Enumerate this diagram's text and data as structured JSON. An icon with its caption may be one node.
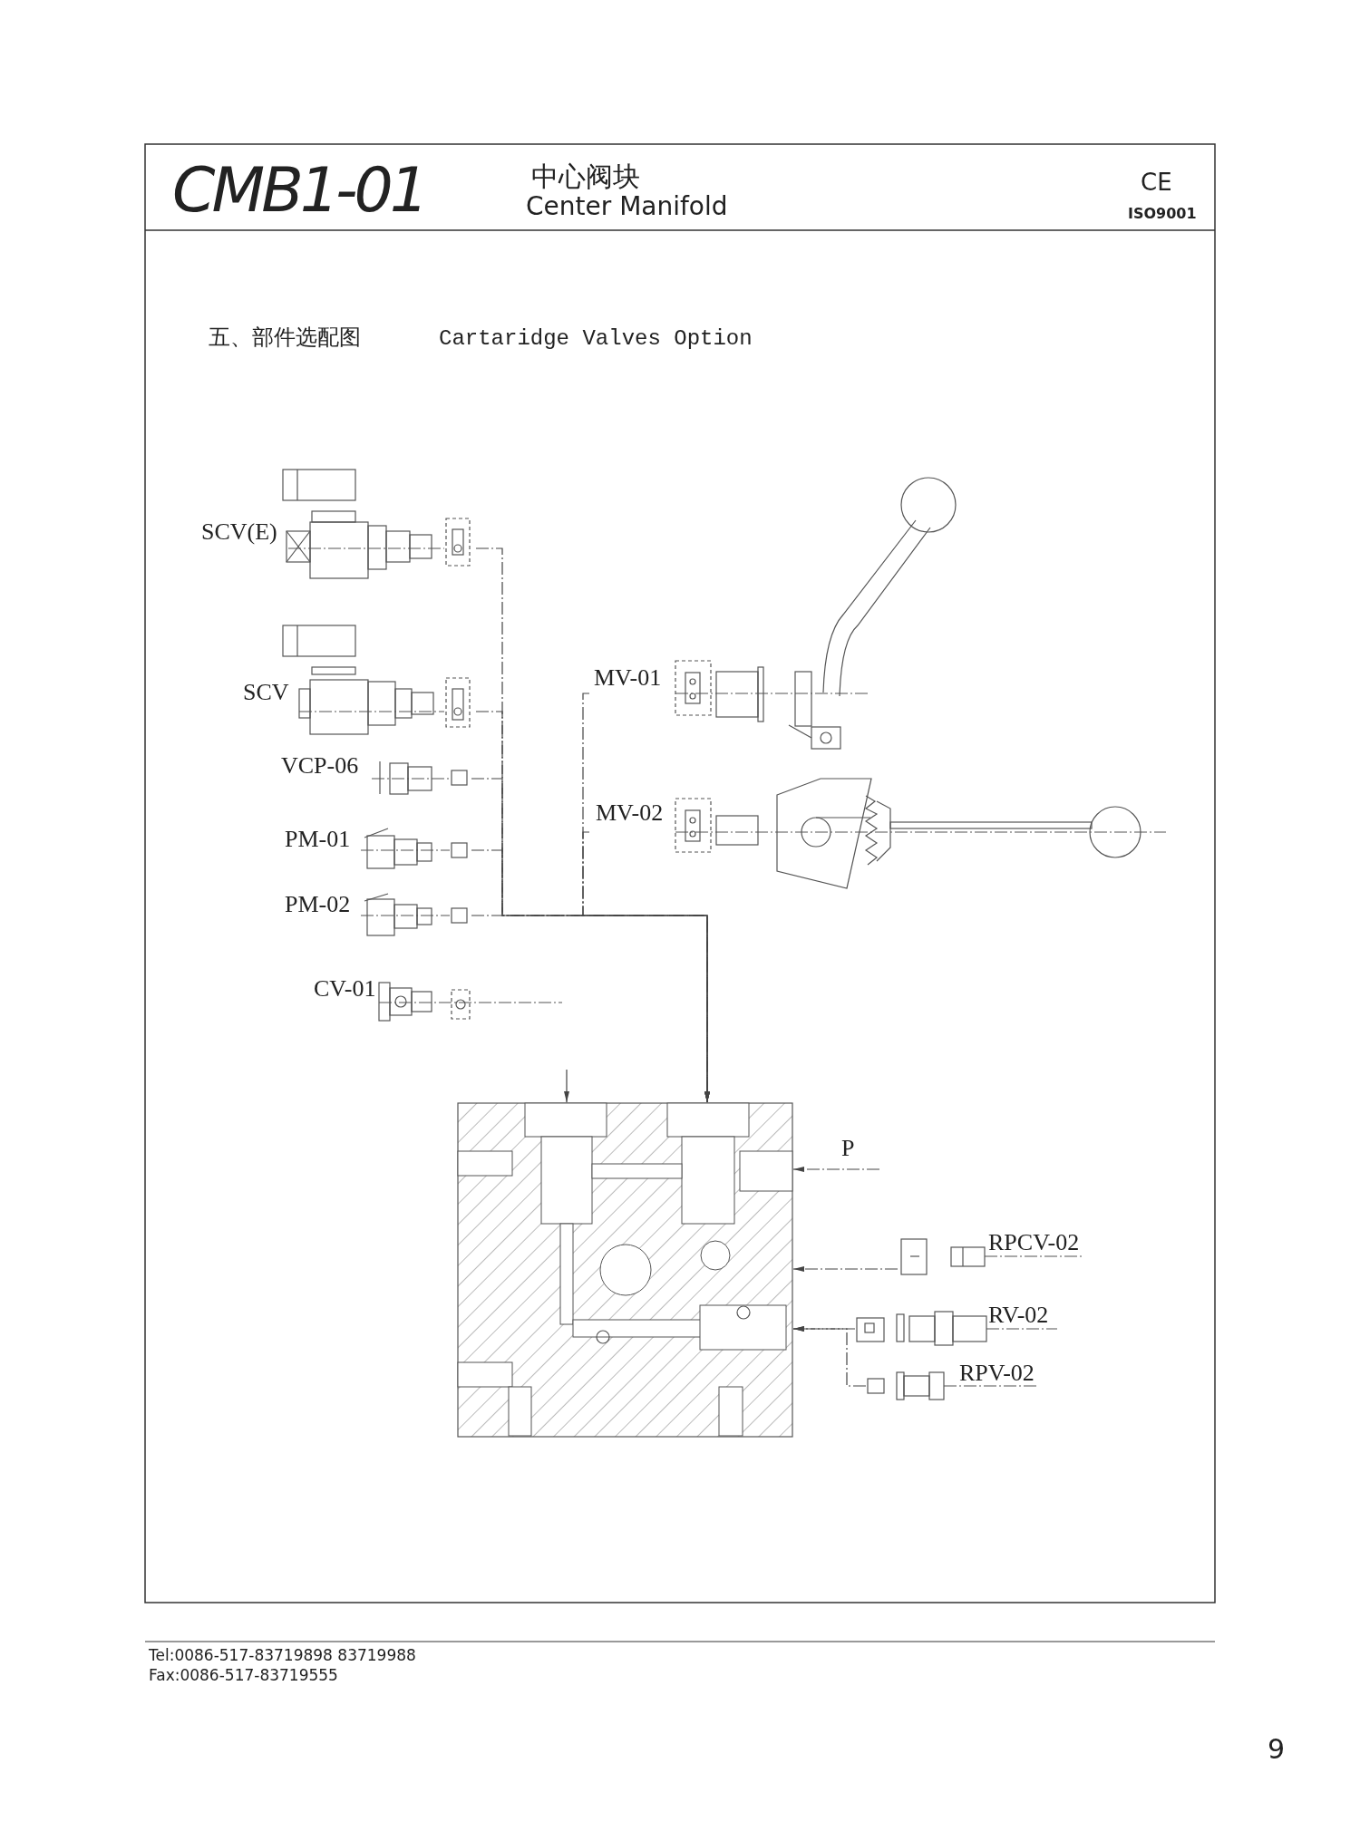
{
  "diagram": {
    "nodes": [
      {
        "text": [
          "SCV(E)"
        ]
      },
      {
        "text": [
          "SCV"
        ]
      },
      {
        "text": [
          "VCP-06"
        ]
      },
      {
        "text": [
          "PM-01"
        ]
      },
      {
        "text": [
          "PM-02"
        ]
      },
      {
        "text": [
          "MV-01"
        ]
      },
      {
        "text": [
          "MV-02"
        ]
      },
      {
        "text": [
          "CV-01"
        ]
      },
      {
        "text": [],
        "shape": "picture"
      },
      {
        "text": [
          "P"
        ]
      },
      {
        "text": [
          "RPCV-02"
        ]
      },
      {
        "text": [
          "RV-02"
        ]
      },
      {
        "text": [
          "RPV-02"
        ]
      }
    ],
    "edges": [
      {
        "from": 0,
        "to": 8,
        "arrow": "to",
        "style": "dashed"
      },
      {
        "from": 1,
        "to": 8,
        "arrow": "to",
        "style": "dashed"
      },
      {
        "from": 2,
        "to": 8,
        "arrow": "to",
        "style": "dashed"
      },
      {
        "from": 3,
        "to": 8,
        "arrow": "to",
        "style": "dashed"
      },
      {
        "from": 4,
        "to": 8,
        "arrow": "to",
        "style": "dashed"
      },
      {
        "from": 5,
        "to": 8,
        "arrow": "to",
        "style": "dashed"
      },
      {
        "from": 6,
        "to": 8,
        "arrow": "to",
        "style": "dashed"
      },
      {
        "from": 9,
        "to": 8,
        "arrow": "to",
        "style": "dashed"
      },
      {
        "from": 10,
        "to": 8,
        "arrow": "to",
        "style": "dashed"
      },
      {
        "from": 11,
        "to": 8,
        "arrow": "to",
        "style": "dashed"
      },
      {
        "from": 12,
        "to": 8,
        "arrow": "to",
        "style": "dashed"
      },
      {
        "from": null,
        "to": 8,
        "arrow": "to"
      }
    ],
    "labels": [
      "CMB1-01",
      "中心阀块",
      "Center Manifold",
      "CE",
      "ISO9001",
      "五、部件选配图",
      "Cartaridge Valves Option",
      "Tel:0086-517-83719898 83719988",
      "Fax:0086-517-83719555",
      "9"
    ]
  }
}
